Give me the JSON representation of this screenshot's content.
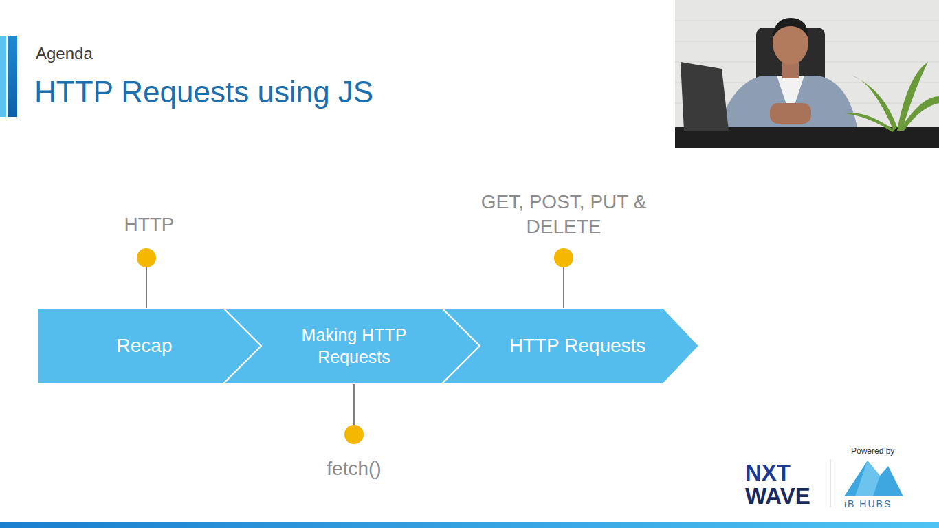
{
  "diagram": {
    "title": "HTTP Requests using JS",
    "nodes": [
      {
        "text": [
          "Recap"
        ]
      },
      {
        "text": [
          "Making HTTP Requests"
        ]
      },
      {
        "text": [
          "HTTP Requests"
        ]
      }
    ],
    "labels": [
      "Agenda",
      "HTTP",
      "fetch()",
      "GET, POST, PUT & DELETE",
      "NXT",
      "WAVE",
      "Powered by",
      "iB HUBS"
    ]
  }
}
